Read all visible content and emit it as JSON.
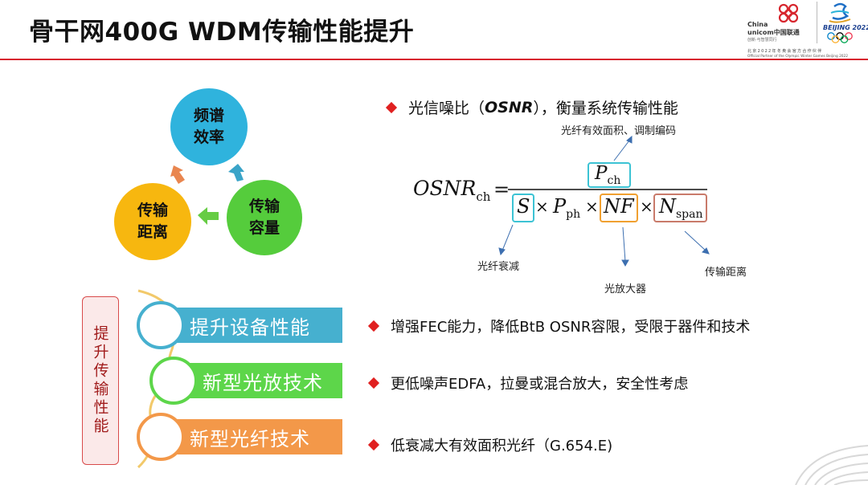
{
  "header": {
    "title": "骨干网400G WDM传输性能提升",
    "logo_text_1": "China",
    "logo_text_2": "unicom中国联通",
    "logo_text_3": "创新·与智慧同行",
    "olympic_text": "BEIJING 2022",
    "partner_cn": "北京2022年冬奥会官方合作伙伴",
    "partner_en": "Official Partner of the Olympic Winter Games Beijing 2022"
  },
  "cycle": {
    "top": "频谱\n效率",
    "right": "传输\n容量",
    "left": "传输\n距离",
    "colors": {
      "top": "#2fb3dd",
      "right": "#55cc3c",
      "left": "#f7b70f",
      "arrow": "#e9864f",
      "arrow2": "#3aa4c8",
      "arrow3": "#66cc44"
    }
  },
  "improve": {
    "vertical_label": "提升传输性能",
    "bars": [
      {
        "label": "提升设备性能",
        "color": "#46b0cf",
        "ring": "#46b0cf"
      },
      {
        "label": "新型光放技术",
        "color": "#5dd64a",
        "ring": "#5dd64a"
      },
      {
        "label": "新型光纤技术",
        "color": "#f39849",
        "ring": "#f39849"
      }
    ],
    "bullets": [
      "增强FEC能力，降低BtB OSNR容限，受限于器件和技术",
      "更低噪声EDFA，拉曼或混合放大，安全性考虑",
      "低衰减大有效面积光纤（G.654.E)"
    ]
  },
  "osnr": {
    "heading_pre": "光信噪比（",
    "heading_term": "OSNR",
    "heading_post": "），衡量系统传输性能",
    "label_top": "光纤有效面积、调制编码",
    "label_fiber_loss": "光纤衰减",
    "label_amp": "光放大器",
    "label_distance": "传输距离",
    "formula": {
      "lhs": "OSNR",
      "lhs_sub": "ch",
      "eq": "=",
      "num": "P",
      "num_sub": "ch",
      "s": "S",
      "times": "×",
      "pph": "P",
      "pph_sub": "ph",
      "nf": "NF",
      "n": "N",
      "n_sub": "span"
    },
    "box_colors": {
      "pch": "#3cc3d4",
      "s": "#3cc3d4",
      "nf": "#f0a030",
      "n": "#c97a6a"
    }
  }
}
